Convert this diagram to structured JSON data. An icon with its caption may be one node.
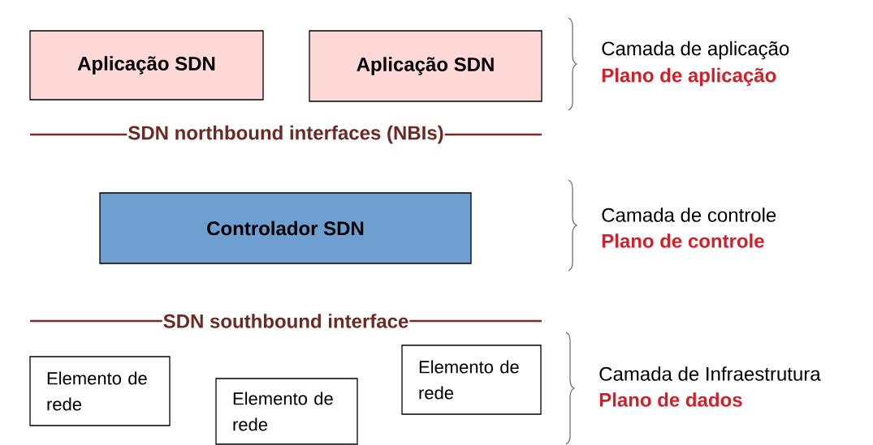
{
  "diagram": {
    "nodes": [
      {
        "text": [
          "Aplicação SDN"
        ]
      },
      {
        "text": [
          "Aplicação SDN"
        ]
      },
      {
        "text": [
          "Controlador SDN"
        ]
      },
      {
        "text": [
          "Elemento de rede"
        ]
      },
      {
        "text": [
          "Elemento de rede"
        ]
      },
      {
        "text": [
          "Elemento de rede"
        ]
      }
    ],
    "labels": [
      "Camada de aplicação",
      "Plano de aplicação",
      "SDN northbound interfaces (NBIs)",
      "Camada de controle",
      "Plano de controle",
      "SDN southbound interface",
      "Camada de Infraestrutura",
      "Plano de dados"
    ]
  }
}
